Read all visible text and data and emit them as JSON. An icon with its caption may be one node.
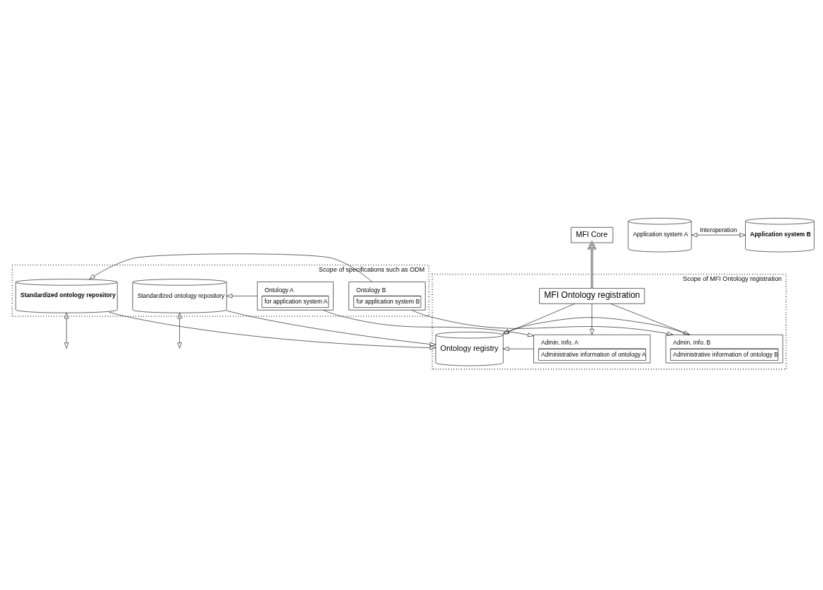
{
  "diagram": {
    "nodes": [
      {
        "text": [
          "Scope of MFI Ontology registration"
        ]
      },
      {
        "text": [
          "MFI Core"
        ]
      },
      {
        "text": [
          "MFI Ontology registration"
        ],
        "in": 0
      },
      {
        "text": [
          "Admin. Info. A",
          "Administrative information of ontology A"
        ],
        "in": 0
      },
      {
        "text": [
          "Ontology registry"
        ],
        "in": 0
      },
      {
        "text": [
          "Admin. Info. B",
          "Administrative information of ontology B"
        ],
        "in": 0
      },
      {
        "text": [
          "Scope of specifications such as ODM"
        ]
      },
      {
        "text": [
          "Ontology A",
          "for application system A"
        ],
        "in": 6
      },
      {
        "text": [
          "Standardized ontology repository"
        ],
        "in": 6
      },
      {
        "text": [
          "Standardized ontology repository"
        ],
        "in": 6
      },
      {
        "text": [
          "Ontology B",
          "for application system B"
        ],
        "in": 6
      },
      {
        "text": [
          "Application system A"
        ]
      },
      {
        "text": [
          "Application system B"
        ]
      }
    ],
    "edges": [
      {
        "from": 2,
        "to": 1,
        "arrow": "to",
        "style": "thick",
        "color": "#a0a0a0"
      },
      {
        "from": 2,
        "to": 3,
        "arrow": "to"
      },
      {
        "from": 2,
        "to": 4,
        "arrow": "to"
      },
      {
        "from": 2,
        "to": 5,
        "arrow": "to"
      },
      {
        "from": 3,
        "to": 4,
        "arrow": "to"
      },
      {
        "from": 5,
        "to": 4,
        "arrow": "to"
      },
      {
        "from": 7,
        "to": 3,
        "arrow": "to"
      },
      {
        "from": 8,
        "to": 4,
        "arrow": "to"
      },
      {
        "from": 9,
        "to": 4,
        "arrow": "to"
      },
      {
        "from": 10,
        "to": 5,
        "arrow": "to"
      },
      {
        "from": 7,
        "to": 8,
        "arrow": "to"
      },
      {
        "from": 10,
        "to": 9,
        "arrow": "to"
      },
      {
        "from": 8,
        "to": null,
        "arrow": "both"
      },
      {
        "from": 9,
        "to": null,
        "arrow": "both"
      },
      {
        "from": 11,
        "to": 12,
        "arrow": "both",
        "label": "Interoperation"
      }
    ]
  }
}
